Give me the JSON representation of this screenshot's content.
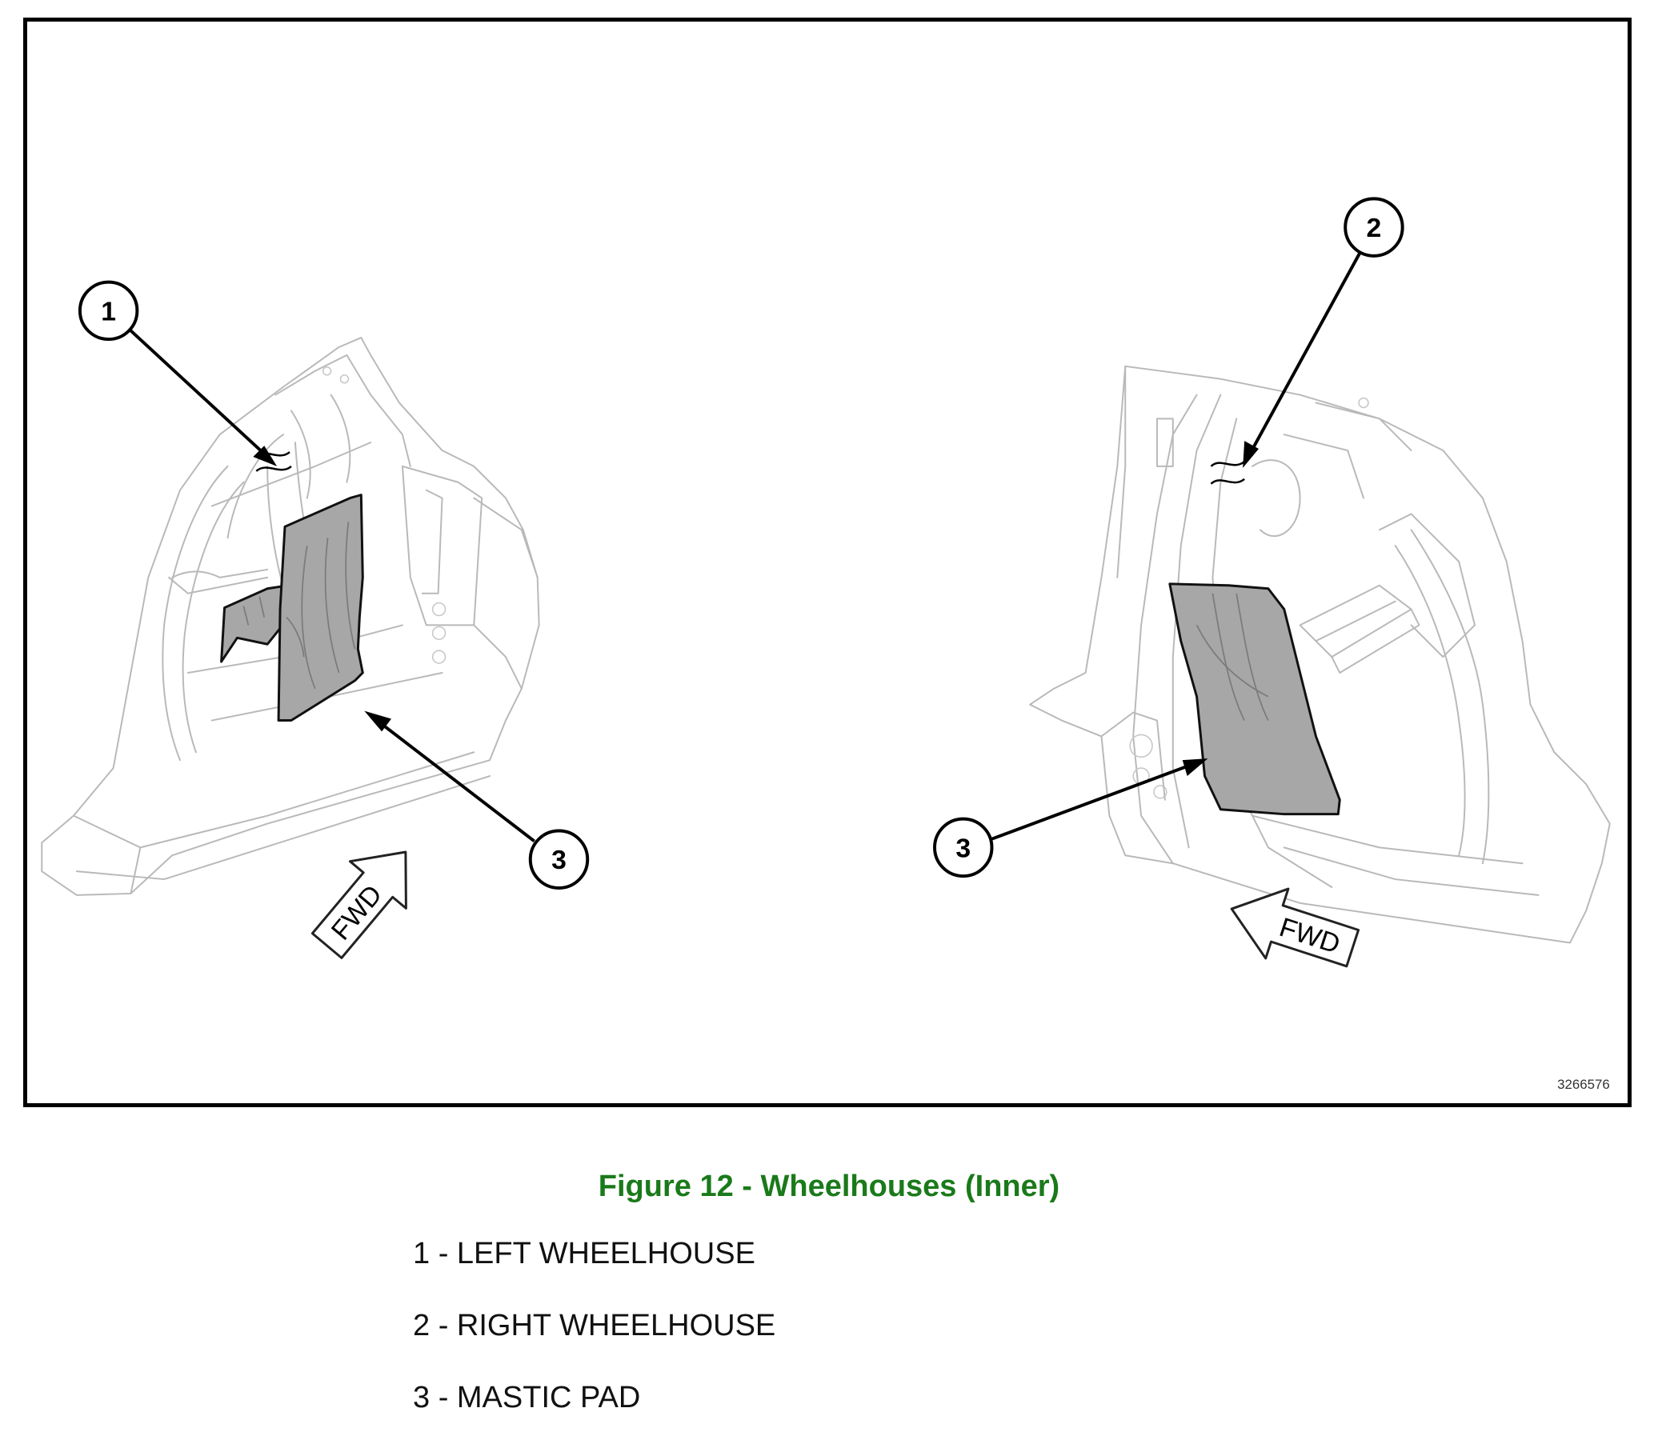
{
  "figure": {
    "id_label": "3266576",
    "caption": "Figure 12 - Wheelhouses (Inner)",
    "callouts": {
      "left_1": "1",
      "left_3": "3",
      "right_2": "2",
      "right_3": "3"
    },
    "fwd_left": "FWD",
    "fwd_right": "FWD"
  },
  "legend": [
    "1 - LEFT WHEELHOUSE",
    "2 - RIGHT WHEELHOUSE",
    "3 - MASTIC PAD"
  ],
  "colors": {
    "caption": "#1a7a1a",
    "pad_fill": "#a7a7a7",
    "frame": "#000000"
  }
}
